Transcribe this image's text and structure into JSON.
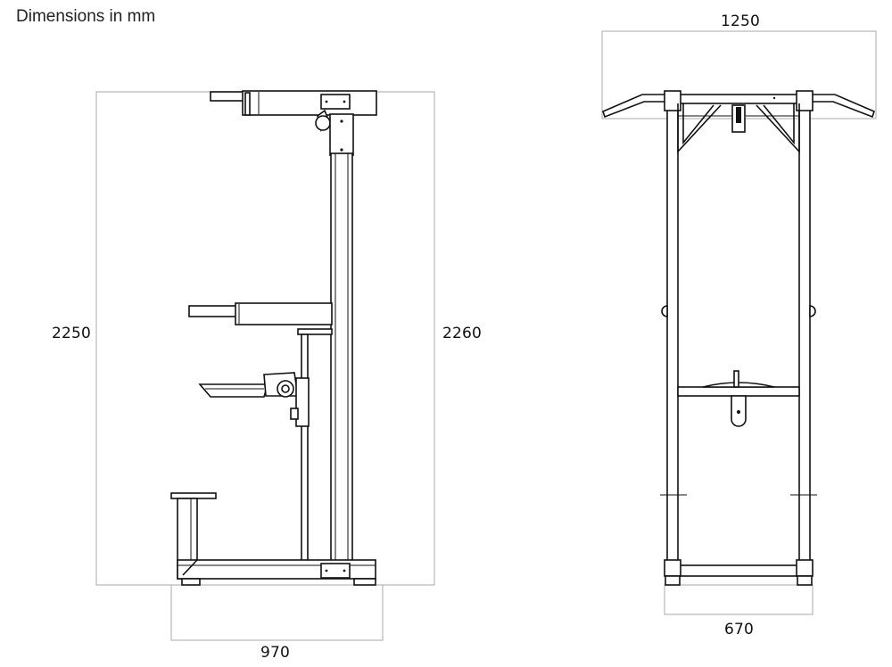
{
  "heading": "Dimensions in mm",
  "side_view": {
    "height_left": "2250",
    "height_right": "2260",
    "depth": "970"
  },
  "front_view": {
    "top_width": "1250",
    "base_width": "670"
  }
}
